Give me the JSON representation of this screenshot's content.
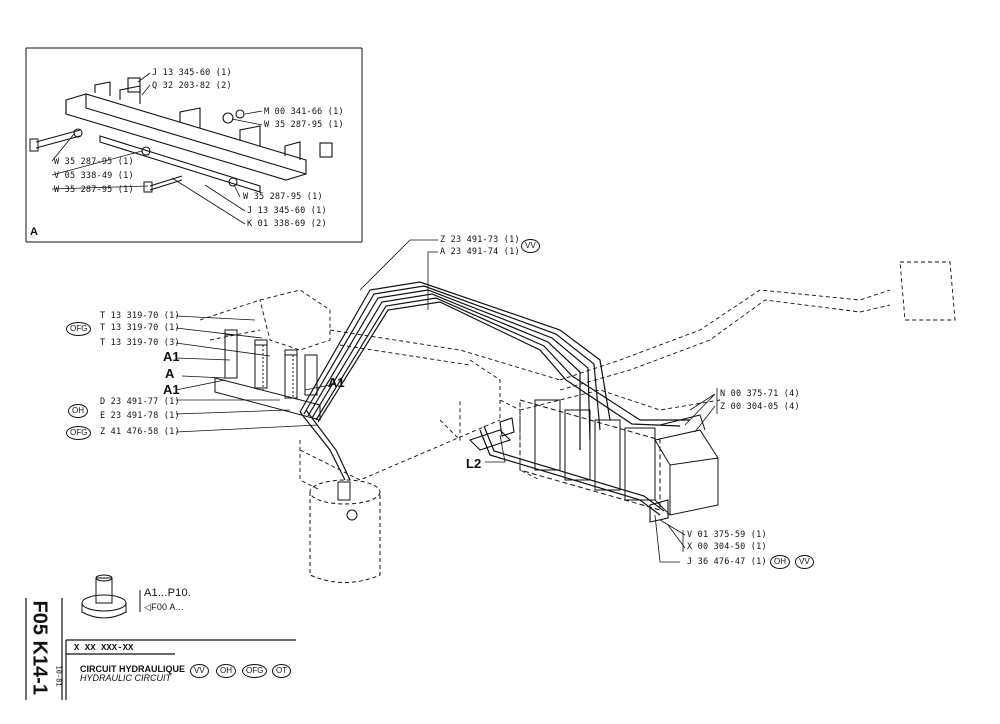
{
  "sheet": {
    "code": "F05 K14-1",
    "date": "10-81",
    "part_number": "X XX XXX-XX",
    "title_fr": "CIRCUIT HYDRAULIQUE",
    "title_en": "HYDRAULIC CIRCUIT",
    "variants": [
      "VV",
      "OH",
      "OFG",
      "OT"
    ]
  },
  "inset": {
    "letter": "A",
    "labels": [
      "J 13 345-60 (1)",
      "Q 32 203-82 (2)",
      "M 00 341-66 (1)",
      "W 35 287-95 (1)",
      "W 35 287-95 (1)",
      "V 05 338-49 (1)",
      "W 35 287-95 (1)",
      "W 35 287-95 (1)",
      "J 13 345-60 (1)",
      "K 01 338-69 (2)"
    ]
  },
  "main": {
    "top_labels": [
      "Z 23 491-73 (1)",
      "A 23 491-74 (1)"
    ],
    "top_badge": "VV",
    "left_labels": [
      "T 13 319-70 (1)",
      "T 13 319-70 (1)",
      "T 13 319-70 (3)",
      "D 23 491-77 (1)",
      "E 23 491-78 (1)",
      "Z 41 476-58 (1)"
    ],
    "left_badges": [
      "OFG",
      "OH",
      "OFG"
    ],
    "callouts": [
      "A1",
      "A",
      "A1",
      "A1",
      "L2"
    ],
    "right_labels": [
      "N 00 375-71 (4)",
      "Z 00 304-05 (4)"
    ],
    "bottom_labels": [
      "V 01 375-59 (1)",
      "X 00 304-50 (1)",
      "J 36 476-47 (1)"
    ],
    "bottom_badges": [
      "OH",
      "VV"
    ]
  },
  "legend": {
    "ref": "A1...P10.",
    "sub": "F00 A..."
  }
}
